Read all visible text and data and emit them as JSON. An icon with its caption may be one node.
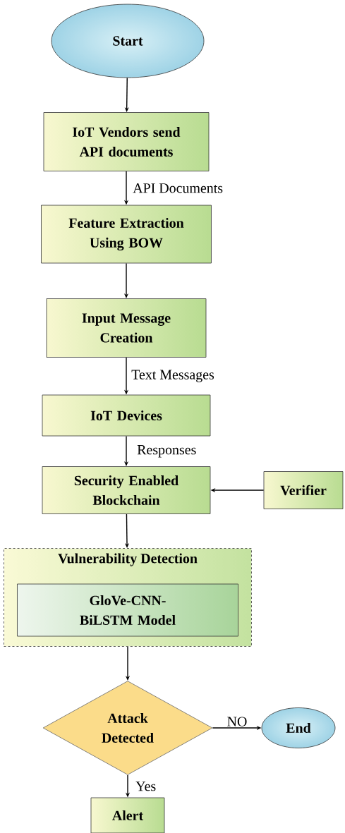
{
  "diagram": {
    "nodes": [
      {
        "text": [
          "Start"
        ]
      },
      {
        "text": [
          "IoT Vendors send API documents"
        ]
      },
      {
        "text": [
          "Feature Extraction Using BOW"
        ]
      },
      {
        "text": [
          "Input Message Creation"
        ]
      },
      {
        "text": [
          "IoT Devices"
        ]
      },
      {
        "text": [
          "Security Enabled Blockchain"
        ]
      },
      {
        "text": [
          "Verifier"
        ]
      },
      {
        "text": [
          "Vulnerability Detection"
        ]
      },
      {
        "text": [
          "GloVe-CNN-BiLSTM Model"
        ],
        "in": 7
      },
      {
        "text": [
          "Attack Detected"
        ]
      },
      {
        "text": [
          "End"
        ]
      },
      {
        "text": [
          "Alert"
        ]
      }
    ],
    "edges": [
      {
        "from": 0,
        "to": 1,
        "arrow": "to"
      },
      {
        "from": 1,
        "to": 2,
        "arrow": "to",
        "label": "API Documents"
      },
      {
        "from": 2,
        "to": 3,
        "arrow": "to"
      },
      {
        "from": 3,
        "to": 4,
        "arrow": "to",
        "label": "Text Messages"
      },
      {
        "from": 4,
        "to": 5,
        "arrow": "to",
        "label": "Responses"
      },
      {
        "from": 6,
        "to": 5,
        "arrow": "to"
      },
      {
        "from": 5,
        "to": 7,
        "arrow": "to"
      },
      {
        "from": 7,
        "to": 9,
        "arrow": "to"
      },
      {
        "from": 9,
        "to": 10,
        "arrow": "to",
        "label": "NO"
      },
      {
        "from": 9,
        "to": 11,
        "arrow": "to",
        "label": "Yes"
      }
    ]
  }
}
